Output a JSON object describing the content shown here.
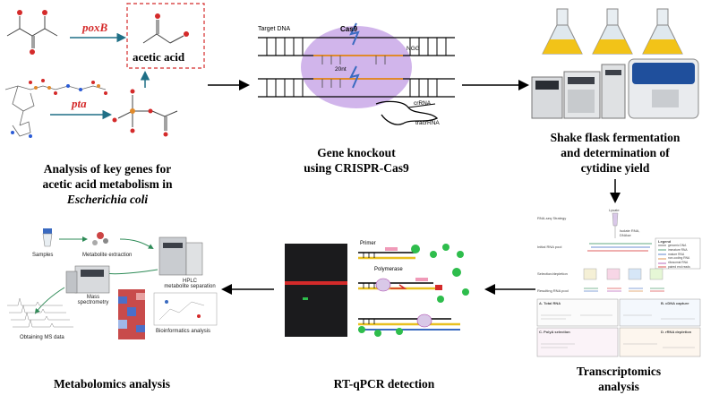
{
  "panel1": {
    "gene_poxB": "poxB",
    "gene_pta": "pta",
    "product": "acetic acid",
    "title_line1": "Analysis of key genes for",
    "title_line2": "acetic acid metabolism in",
    "title_line3": "Escherichia coli",
    "colors": {
      "gene": "#d42a2a",
      "box": "#d42a2a",
      "arrow": "#1f6f86"
    }
  },
  "panel2": {
    "cas9_label": "Cas9",
    "target_dna_label": "Target DNA",
    "ngg_label": "NGG",
    "nt20_label": "20nt",
    "crrna_label": "crRNA",
    "tracrrna_label": "tracrRNA",
    "title_line1": "Gene knockout",
    "title_line2": "using CRISPR-Cas9",
    "colors": {
      "blob": "#c9a8e8",
      "strand": "#e08a2c"
    }
  },
  "panel3": {
    "title_line1": "Shake flask fermentation",
    "title_line2": "and determination of",
    "title_line3": "cytidine yield",
    "colors": {
      "broth": "#f2c318",
      "device": "#1f4f9c"
    }
  },
  "panel4": {
    "title_line1": "Transcriptomics",
    "title_line2": "analysis",
    "rnaseq_label": "RNA-seq Strategy",
    "lysate_label": "Lysate",
    "isolate_label": "Isolate RNA,",
    "dnase_label": "DNAse",
    "initial_pool_label": "Initial RNA pool",
    "selection_label": "Selection/depletion",
    "resulting_pool_label": "Resulting RNA pool",
    "legend_title": "Legend",
    "legend_items": [
      "genomic DNA",
      "immature RNA",
      "mature RNA",
      "non-coding RNA",
      "ribosomal RNA",
      "paired end reads"
    ],
    "box_labels": [
      "A. Total RNA",
      "B. cDNA capture",
      "C. PolyA selection",
      "D. rRNA depletion"
    ]
  },
  "panel5": {
    "primer_label": "Primer",
    "polymerase_label": "Polymerase",
    "title": "RT-qPCR detection",
    "colors": {
      "dot": "#2ebd4c",
      "probe": "#d42a2a"
    }
  },
  "panel6": {
    "samples_label": "Samples",
    "extraction_label": "Metabolite extraction",
    "hplc_label_line1": "HPLC",
    "hplc_label_line2": "metabolite separation",
    "mass_label_line1": "Mass",
    "mass_label_line2": "spectrometry",
    "ms_data_label": "Obtaining MS data",
    "bioinfo_label": "Bioinformatics analysis",
    "title": "Metabolomics analysis"
  }
}
